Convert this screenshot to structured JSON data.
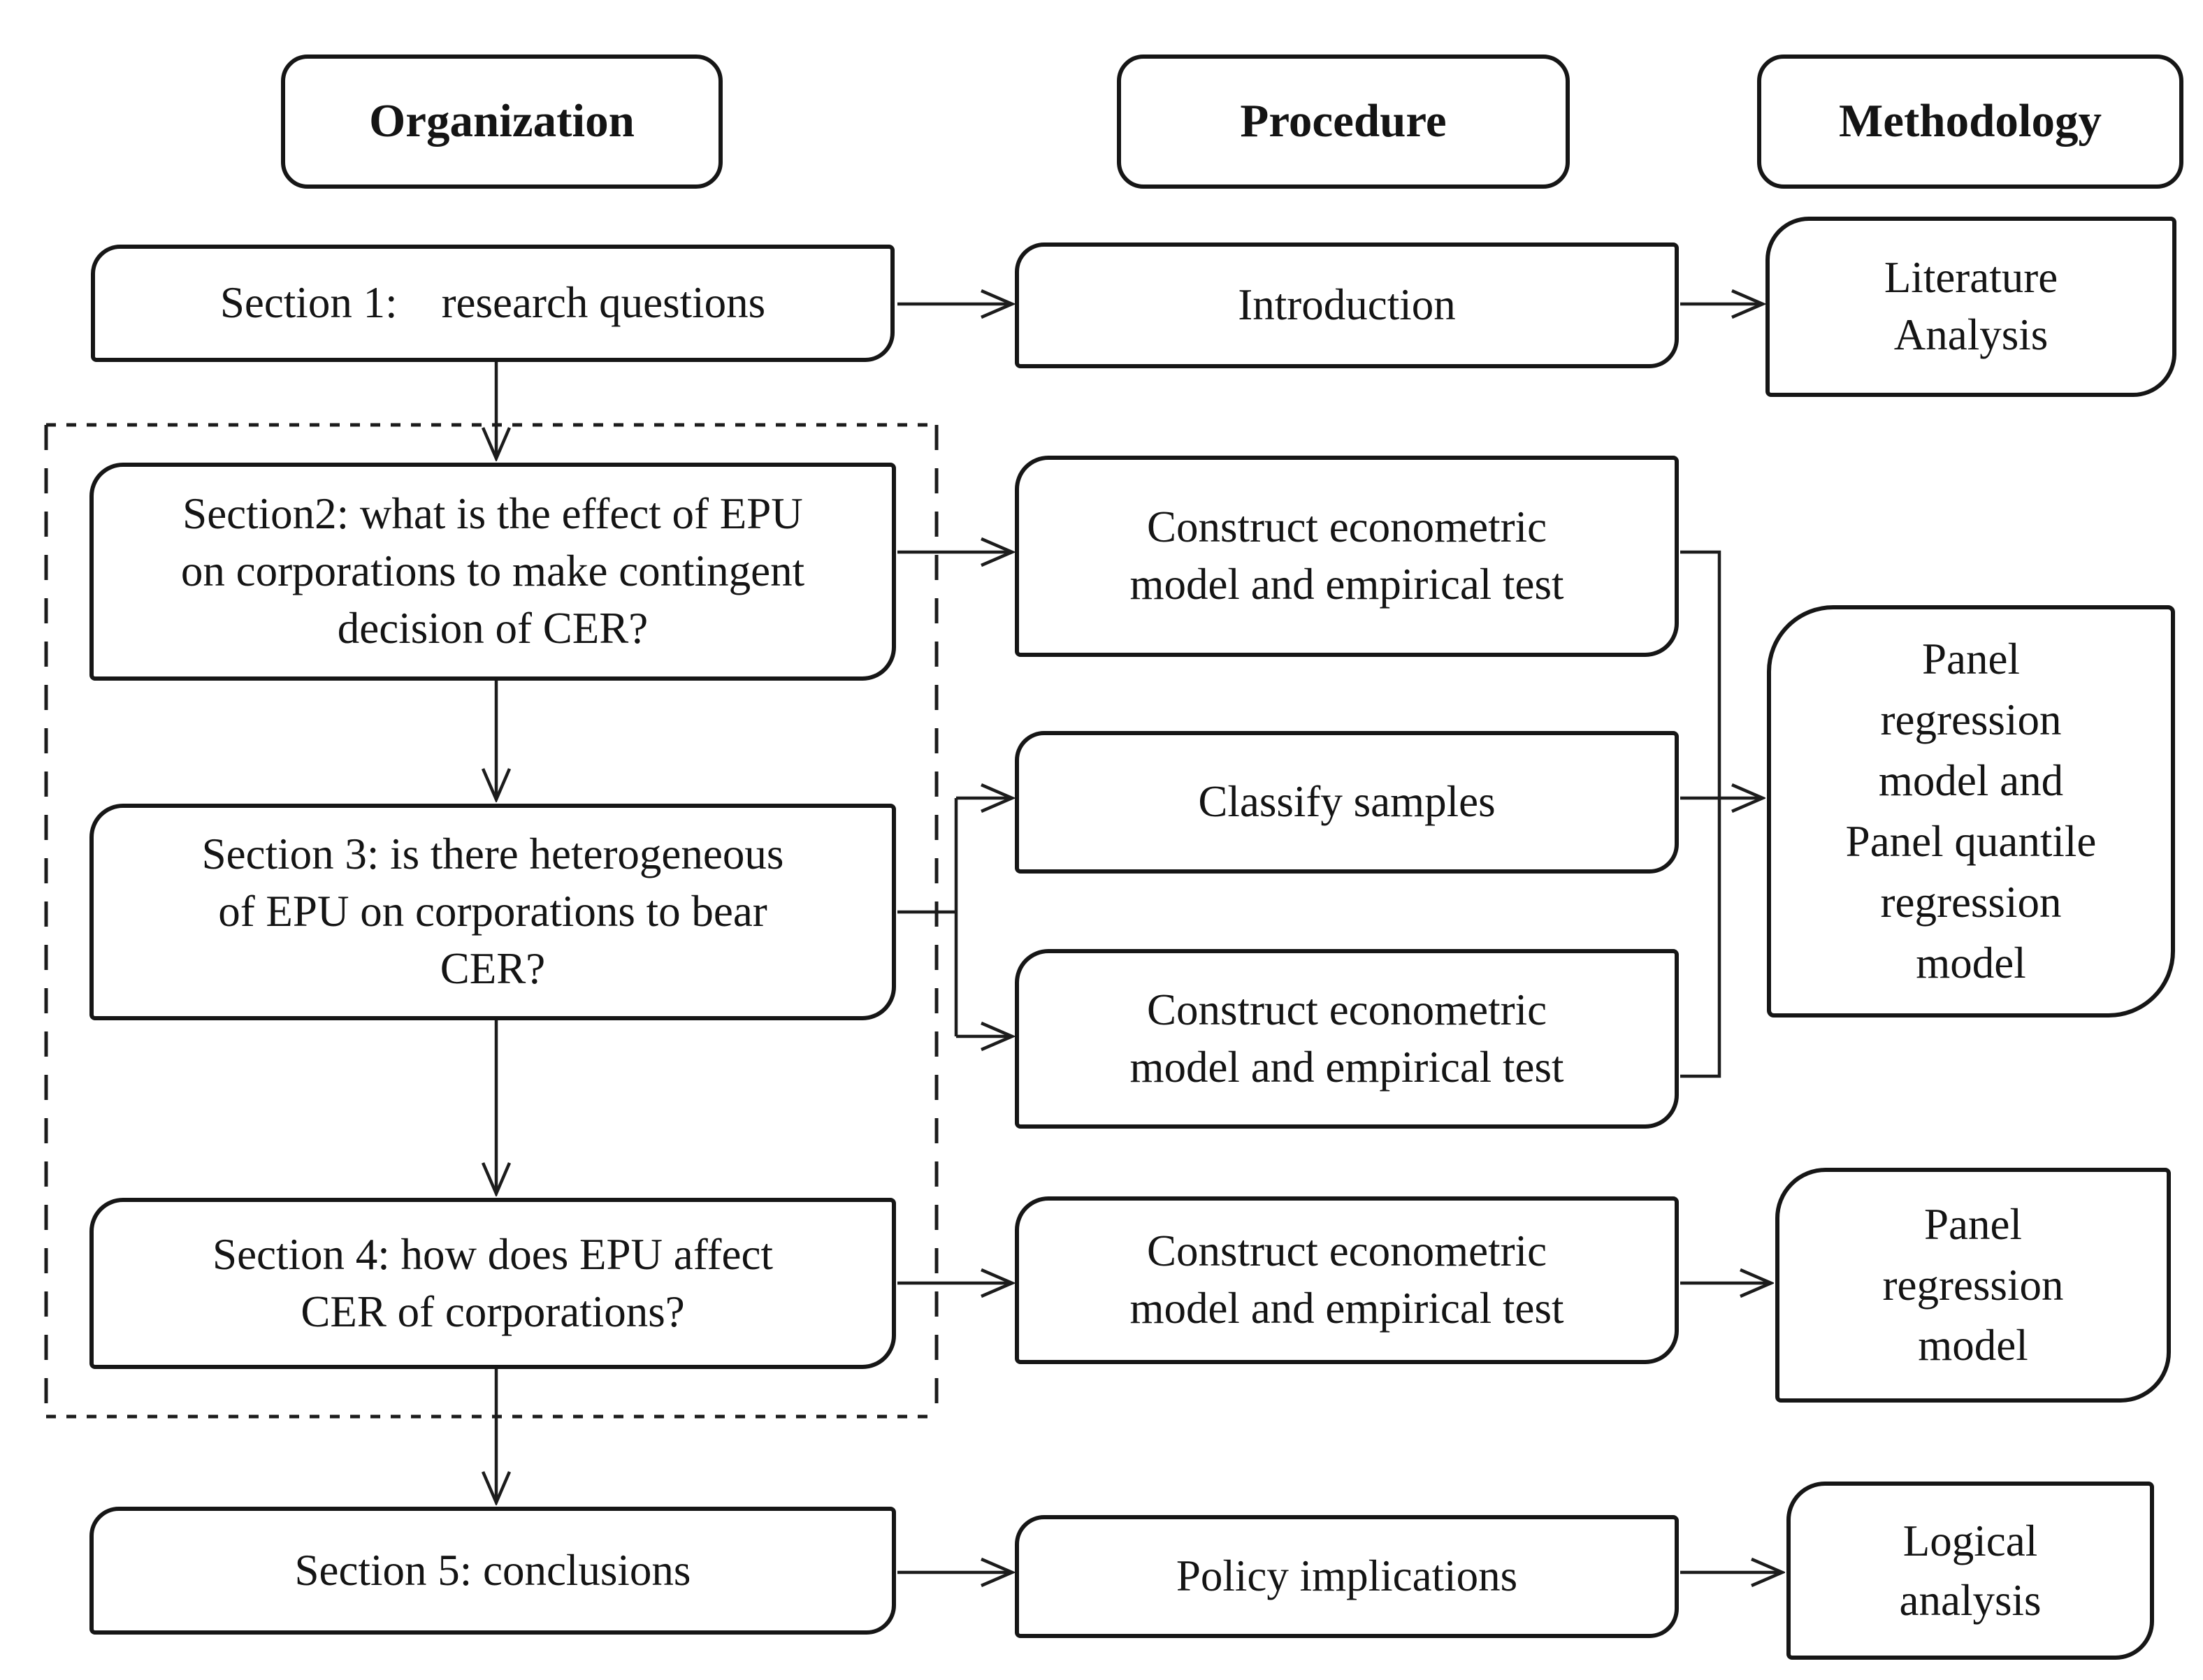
{
  "figure": {
    "type": "flowchart",
    "background_color": "#ffffff",
    "ink_color": "#161616"
  },
  "headers": {
    "organization": "Organization",
    "procedure": "Procedure",
    "methodology": "Methodology"
  },
  "organization": {
    "section1": "Section 1:  research questions",
    "section2": "Section2: what is the effect of EPU\non corporations to make contingent\ndecision of CER?",
    "section3": "Section 3: is there heterogeneous\nof EPU on corporations to bear\nCER?",
    "section4": "Section 4: how does EPU affect\nCER of corporations?",
    "section5": "Section 5: conclusions"
  },
  "procedure": {
    "introduction": "Introduction",
    "construct_model_1": "Construct econometric\nmodel and empirical test",
    "classify_samples": "Classify samples",
    "construct_model_2": "Construct econometric\nmodel and empirical test",
    "construct_model_3": "Construct econometric\nmodel and empirical test",
    "policy_implications": "Policy implications"
  },
  "methodology": {
    "literature_analysis": "Literature\nAnalysis",
    "panel_quantile_model": "Panel\nregression\nmodel and\nPanel quantile\nregression\nmodel",
    "panel_regression_model": "Panel\nregression\nmodel",
    "logical_analysis": "Logical\nanalysis"
  }
}
